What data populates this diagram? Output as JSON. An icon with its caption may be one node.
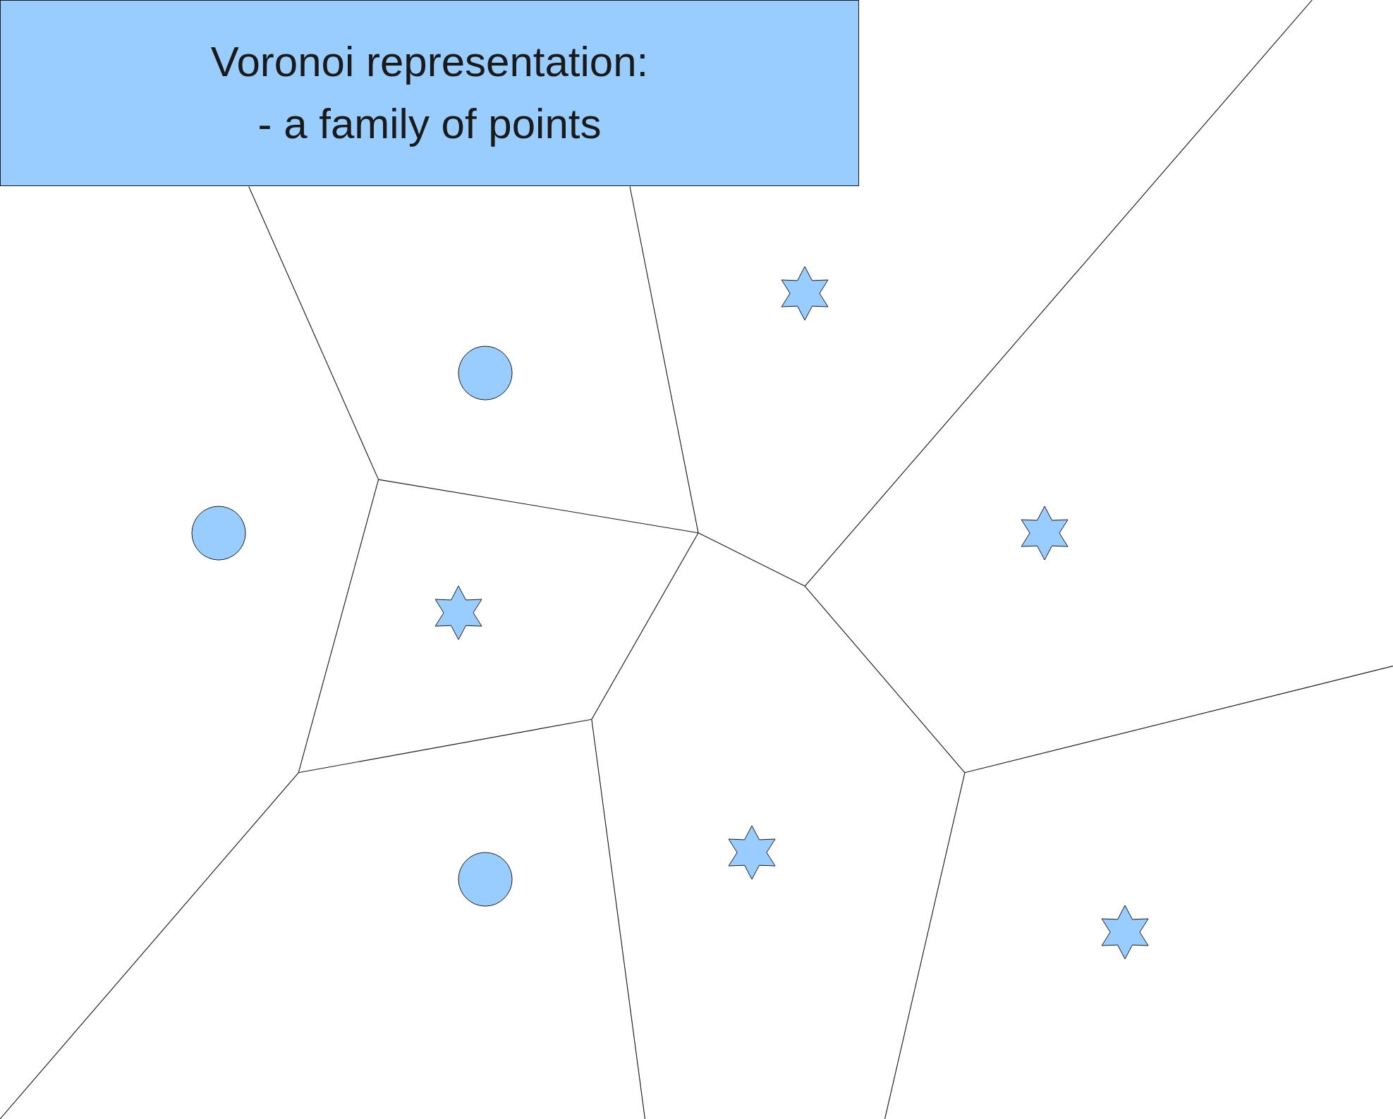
{
  "diagram": {
    "nodes": [
      {
        "text": [
          "Voronoi representation:",
          "- a family of points"
        ]
      },
      {
        "text": [],
        "shape": "star"
      },
      {
        "text": [],
        "shape": "circle"
      },
      {
        "text": [],
        "shape": "circle"
      },
      {
        "text": [],
        "shape": "star"
      },
      {
        "text": [],
        "shape": "star"
      },
      {
        "text": [],
        "shape": "star"
      },
      {
        "text": [],
        "shape": "circle"
      },
      {
        "text": [],
        "shape": "star"
      }
    ]
  }
}
